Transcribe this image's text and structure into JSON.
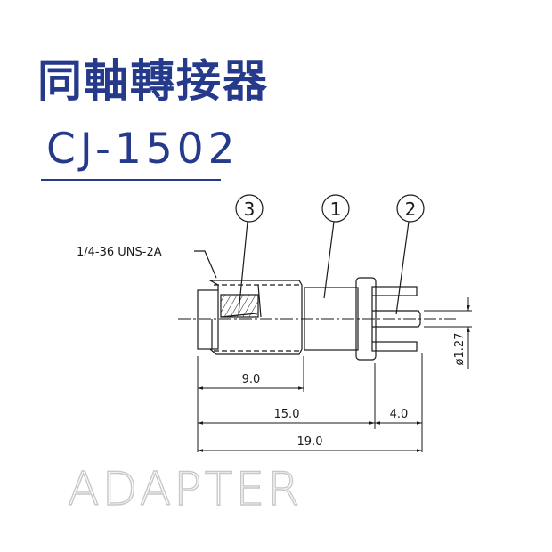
{
  "header": {
    "title": "同軸轉接器",
    "model": "CJ-1502"
  },
  "drawing": {
    "balloons": [
      {
        "id": "3",
        "label": "3"
      },
      {
        "id": "1",
        "label": "1"
      },
      {
        "id": "2",
        "label": "2"
      }
    ],
    "thread_callout": "1/4-36 UNS-2A",
    "dimensions": {
      "thread_length": "9.0",
      "body_length": "15.0",
      "pin_length": "4.0",
      "overall_length": "19.0",
      "pin_diameter": "ø1.27"
    }
  },
  "footer": {
    "label": "ADAPTER"
  },
  "colors": {
    "brand": "#263a8c",
    "line": "#1a1a1a",
    "footer_outline": "#c8c8c8"
  }
}
